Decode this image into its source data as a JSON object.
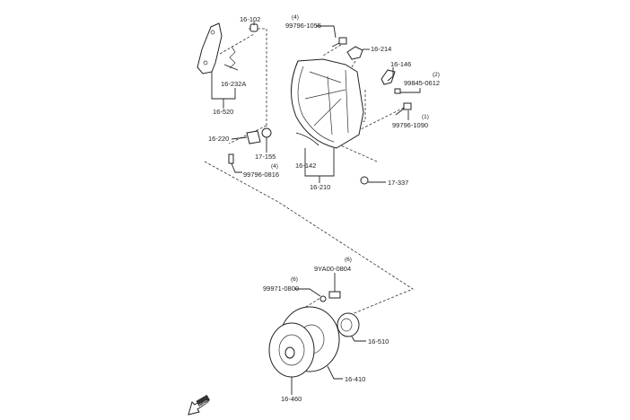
{
  "labels": {
    "p16_102": "16-102",
    "p99796_1055_qty": "(4)",
    "p99796_1055": "99796-1055",
    "p16_214": "16-214",
    "p16_146": "16-146",
    "p99845_0612_qty": "(2)",
    "p99845_0612": "99845-0612",
    "p16_232A": "16-232A",
    "p16_520": "16-520",
    "p99796_1090_qty": "(1)",
    "p99796_1090": "99796-1090",
    "p16_220": "16-220",
    "p17_155": "17-155",
    "p99796_0816_qty": "(4)",
    "p99796_0816": "99796-0816",
    "p16_142": "16-142",
    "p16_210": "16-210",
    "p17_337": "17-337",
    "p9YA00_0804_qty": "(6)",
    "p9YA00_0804": "9YA00-0804",
    "p99971_0800_qty": "(6)",
    "p99971_0800": "99971-0800",
    "p16_510": "16-510",
    "p16_410": "16-410",
    "p16_460": "16-460"
  },
  "direction_marker": "FWD"
}
